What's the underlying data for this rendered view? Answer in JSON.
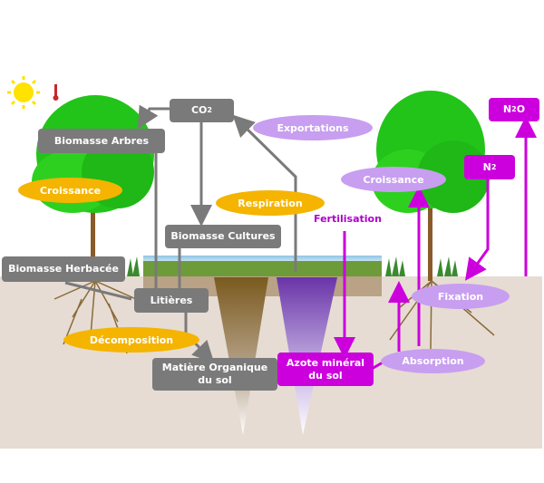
{
  "diagram": {
    "colors": {
      "carbon_box": "#7a7a7a",
      "nitrogen_box": "#cc00dd",
      "process_orange": "#f5b400",
      "process_lilac": "#c89ef0",
      "soil": "#e6dcd3",
      "tree_green": "#22c41a"
    },
    "carbon_pools": {
      "co2": "CO",
      "co2_sub": "2",
      "biomasse_arbres": "Biomasse Arbres",
      "biomasse_cultures": "Biomasse Cultures",
      "biomasse_herbacee": "Biomasse Herbacée",
      "litieres": "Litières",
      "mos_line1": "Matière Organique",
      "mos_line2": "du sol"
    },
    "carbon_processes": {
      "croissance": "Croissance",
      "respiration": "Respiration",
      "decomposition": "Décomposition"
    },
    "nitrogen_pools": {
      "n2o_a": "N",
      "n2o_sub": "2",
      "n2o_b": "O",
      "n2_a": "N",
      "n2_sub": "2",
      "azote_line1": "Azote minéral",
      "azote_line2": "du sol"
    },
    "nitrogen_processes": {
      "exportations": "Exportations",
      "croissance": "Croissance",
      "fixation": "Fixation",
      "absorption": "Absorption",
      "fertilisation": "Fertilisation"
    },
    "icons": [
      "sun-icon",
      "thermometer-icon",
      "tree-icon",
      "roots-icon",
      "crop-field-icon"
    ]
  }
}
